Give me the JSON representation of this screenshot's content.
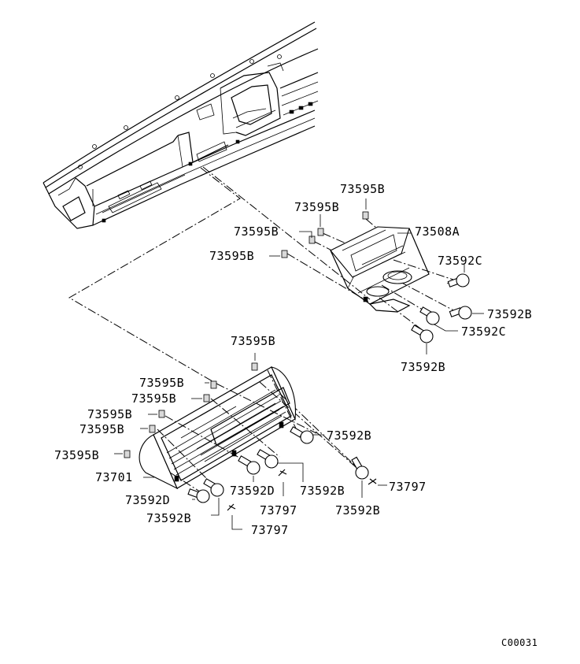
{
  "labels": {
    "l1": "73595B",
    "l2": "73595B",
    "l3": "73508A",
    "l4": "73595B",
    "l5": "73595B",
    "l6": "73592C",
    "l7": "73592B",
    "l8": "73592C",
    "l9": "73592B",
    "l10": "73595B",
    "l11": "73595B",
    "l12": "73595B",
    "l13": "73595B",
    "l14": "73595B",
    "l15": "73592B",
    "l16": "73595B",
    "l17": "73701",
    "l18": "73797",
    "l19": "73592D",
    "l20": "73592B",
    "l21": "73592D",
    "l22": "73592B",
    "l23": "73797",
    "l24": "73592B",
    "l25": "73797"
  },
  "drawing_code": "C00031"
}
